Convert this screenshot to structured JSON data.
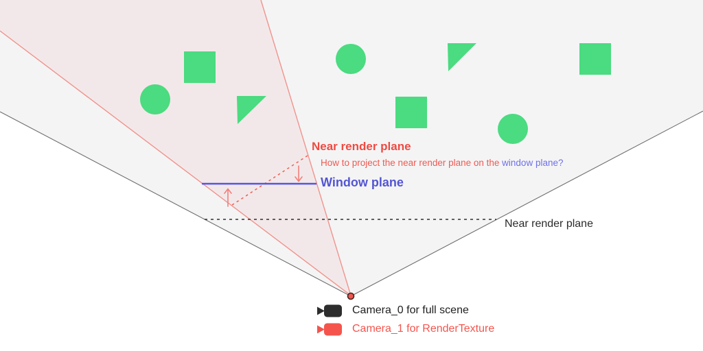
{
  "annotations": {
    "red_near_plane_label": "Near render plane",
    "question": {
      "red_part": "How to project the near render plane on the ",
      "blue_part": "window plane?"
    },
    "window_plane_label": "Window plane",
    "black_near_plane_label": "Near render plane"
  },
  "legend": [
    {
      "icon": "video-camera-icon",
      "label": "Camera_0 for full scene",
      "color": "#2d2d2d"
    },
    {
      "icon": "video-camera-icon",
      "label": "Camera_1 for RenderTexture",
      "color": "#f4544c"
    }
  ],
  "colors": {
    "accent_red": "#ee4b42",
    "light_red_edge": "#f0938c",
    "pink_fill": "#f7eceb",
    "accent_blue": "#5355d2",
    "blue_line": "#5154e6",
    "scene_green": "#4bdb80",
    "gray_fill": "#f4f4f5",
    "gray_edge": "#6e6e6e",
    "black_text": "#2a2a2a",
    "apex_dot_fill": "#f2564d"
  },
  "scene": {
    "shape_color": "#4bdb80",
    "shapes": [
      "square",
      "circle",
      "triangle",
      "circle",
      "triangle",
      "square",
      "square",
      "circle"
    ]
  }
}
